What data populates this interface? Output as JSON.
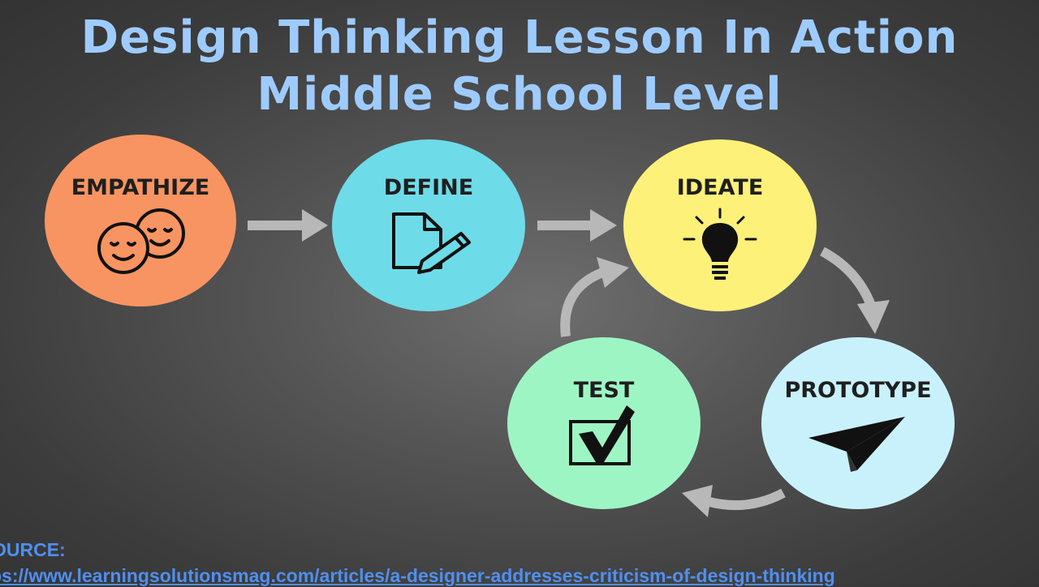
{
  "title": {
    "line1": "Design Thinking Lesson In Action",
    "line2": "Middle School Level"
  },
  "stages": [
    {
      "key": "empathize",
      "label": "EMPATHIZE",
      "icon": "two-faces-icon",
      "color": "#f89461"
    },
    {
      "key": "define",
      "label": "DEFINE",
      "icon": "document-pencil-icon",
      "color": "#6edbe8"
    },
    {
      "key": "ideate",
      "label": "IDEATE",
      "icon": "lightbulb-icon",
      "color": "#fdf17a"
    },
    {
      "key": "prototype",
      "label": "PROTOTYPE",
      "icon": "paper-plane-icon",
      "color": "#c9f1fc"
    },
    {
      "key": "test",
      "label": "TEST",
      "icon": "checkbox-icon",
      "color": "#9ef5c4"
    }
  ],
  "arrow_color": "#b8b8b8",
  "source": {
    "label": "OURCE:",
    "url": "ps://www.learningsolutionsmag.com/articles/a-designer-addresses-criticism-of-design-thinking"
  }
}
